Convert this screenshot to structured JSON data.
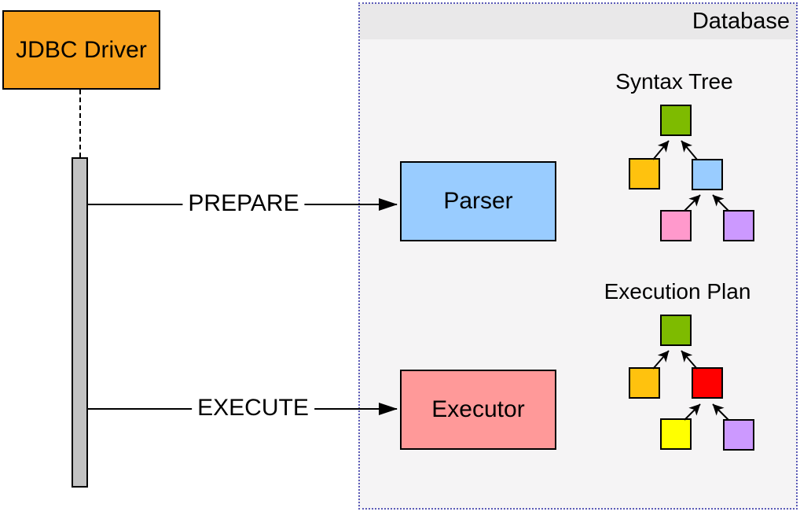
{
  "lifeline": {
    "actor": "JDBC Driver"
  },
  "messages": {
    "prepare": "PREPARE",
    "execute": "EXECUTE"
  },
  "database": {
    "label": "Database",
    "components": {
      "parser": "Parser",
      "executor": "Executor"
    }
  },
  "colors": {
    "jdbc_box": "#F9A11B",
    "parser_box": "#99CCFF",
    "executor_box": "#FF9999",
    "lifeline_bar": "#C2C2C2",
    "container_border": "#5C5CB8",
    "container_body": "#F5F4F5",
    "container_header": "#E9E8E9"
  },
  "syntax_tree": {
    "title": "Syntax Tree",
    "node_colors": {
      "root": "#7EBB00",
      "left_child": "#FFC20E",
      "right_child": "#99CCFF",
      "bottom_left": "#FF99CC",
      "bottom_right": "#CC99FF"
    }
  },
  "execution_plan": {
    "title": "Execution Plan",
    "node_colors": {
      "root": "#7EBB00",
      "left_child": "#FFC20E",
      "right_child": "#FF0000",
      "bottom_left": "#FFFF00",
      "bottom_right": "#CC99FF"
    }
  }
}
